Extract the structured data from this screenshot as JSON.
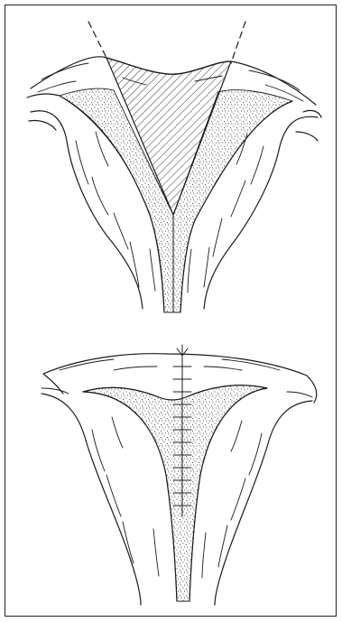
{
  "figure": {
    "panels": [
      {
        "id": "before-resection",
        "hatched_wedge": true,
        "incision_lines": "dashed"
      },
      {
        "id": "after-repair",
        "suture_line": "midline"
      }
    ],
    "colors": {
      "stroke": "#1a1a1a",
      "stipple": "#1a1a1a",
      "hatch": "#1a1a1a",
      "background": "#ffffff"
    }
  }
}
